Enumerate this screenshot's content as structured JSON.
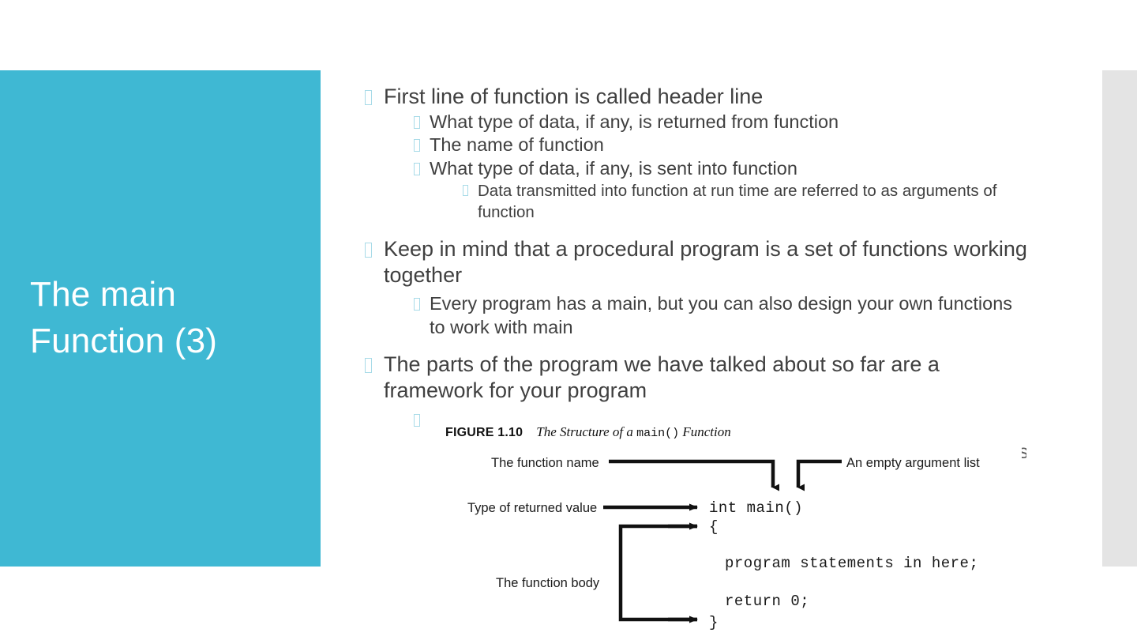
{
  "slide": {
    "title": "The main Function (3)",
    "accent_color": "#3fb8d3",
    "bullet_marker_color": "#a8dbe8",
    "body_text_color": "#404040",
    "right_bar_color": "#e4e4e4"
  },
  "bullets": {
    "b1": "First line of function is called header line",
    "b1_1": "What type of data, if any, is returned from function",
    "b1_2": "The name of function",
    "b1_3": "What type of data, if any, is sent into function",
    "b1_3_1": "Data transmitted into function at run time are referred to as arguments of function",
    "b2": "Keep in mind that a procedural program is a set of functions working together",
    "b2_1": "Every program has a main, but you can also design your own functions to work with main",
    "b3": "The parts of the program we have talked about so far are a framework for your program",
    "b3_1_clipped": "s"
  },
  "figure": {
    "label": "FIGURE 1.10",
    "title_prefix": "The Structure of a ",
    "title_code": "main()",
    "title_suffix": " Function",
    "annotations": {
      "function_name": "The function name",
      "argument_list": "An empty argument list",
      "returned_value": "Type of returned value",
      "function_body": "The function body"
    },
    "code": {
      "signature": "int main()",
      "open_brace": "{",
      "statements": "program statements in here;",
      "return": "return 0;",
      "close_brace": "}"
    }
  }
}
